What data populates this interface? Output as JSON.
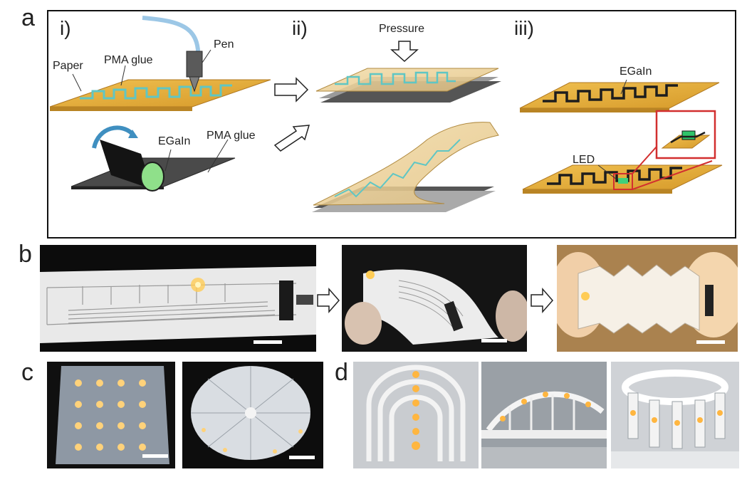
{
  "panel_a": {
    "letter": "a",
    "steps": [
      "i)",
      "ii)",
      "iii)"
    ],
    "labels": {
      "pen": "Pen",
      "paper": "Paper",
      "pma_glue_top": "PMA glue",
      "egain_roller": "EGaIn",
      "pma_glue_bottom": "PMA glue",
      "pressure": "Pressure",
      "egain_circuit": "EGaIn",
      "led": "LED"
    }
  },
  "panel_b": {
    "letter": "b"
  },
  "panel_c": {
    "letter": "c"
  },
  "panel_d": {
    "letter": "d"
  },
  "colors": {
    "paper_gold": "#e0a838",
    "trace_cyan": "#5fc6c4",
    "egain_dark": "#2a2a2a",
    "inset_red": "#d22f2f",
    "led_glow": "#ffcc55"
  }
}
